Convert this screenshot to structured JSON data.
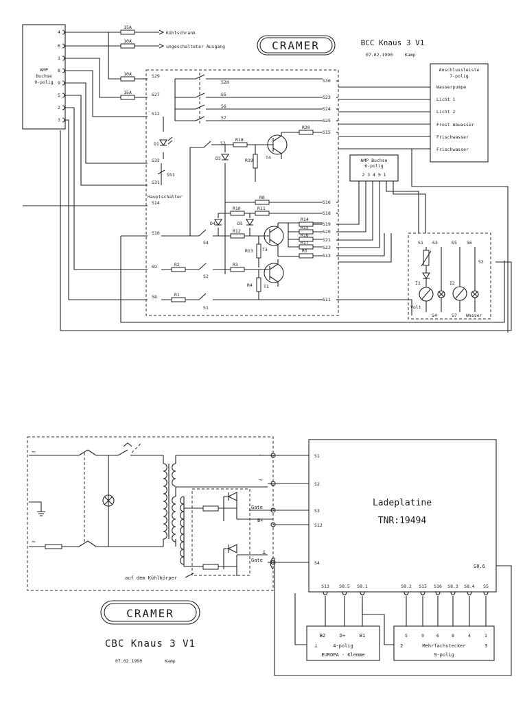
{
  "top": {
    "logo": "CRAMER",
    "title": "BCC Knaus 3 V1",
    "date": "07.02.1990",
    "author": "Kamp",
    "amp9": {
      "label": [
        "AMP",
        "Buchse",
        "9-polig"
      ],
      "pins": [
        "4",
        "6",
        "1",
        "8",
        "9",
        "5",
        "2",
        "3"
      ]
    },
    "fuses": [
      "15A",
      "10A",
      "10A",
      "15A"
    ],
    "outputs": [
      "Kühlschrank",
      "ungeschalteter Ausgang"
    ],
    "left_pins": [
      "S29",
      "S27",
      "S12",
      "S32",
      "S31",
      "S14",
      "S10",
      "S9",
      "S8"
    ],
    "right_pins": [
      "S30",
      "S23",
      "S24",
      "S25",
      "S15",
      "S16",
      "S18",
      "S19",
      "S20",
      "S21",
      "S22",
      "S13",
      "S11"
    ],
    "switch_pins": [
      "S28",
      "S5",
      "S6",
      "S7"
    ],
    "hauptschalter": "Hauptschalter",
    "ss1": "SS1",
    "anschluss": {
      "title": [
        "Anschlussleiste",
        "7-polig"
      ],
      "items": [
        "Wasserpumpe",
        "Licht 1",
        "Licht 2",
        "Frost Abwasser",
        "Frischwasser",
        "Frischwasser"
      ]
    },
    "amp6": {
      "title": [
        "AMP Buchse",
        "6-polig"
      ],
      "pins": "2 3 4 5 1"
    },
    "components": {
      "diodes": [
        "D1",
        "D3",
        "D4",
        "D5"
      ],
      "resistors": [
        "R18",
        "R19",
        "R20",
        "R6",
        "R10",
        "R11",
        "R12",
        "R13",
        "R14",
        "R15",
        "R16",
        "R17",
        "R5",
        "R2",
        "R3",
        "R4",
        "R1"
      ],
      "transistors": [
        "T4",
        "T3",
        "T1"
      ],
      "switches": [
        "S3",
        "S4",
        "S2",
        "S1"
      ]
    },
    "panel": {
      "pins": [
        "S1",
        "S3",
        "S5",
        "S6",
        "S2",
        "S4",
        "S7"
      ],
      "lamps": [
        "I1",
        "I2"
      ],
      "labels": [
        "Volt",
        "Wasser"
      ]
    }
  },
  "bottom": {
    "logo": "CRAMER",
    "title": "CBC Knaus 3 V1",
    "date": "07.02.1990",
    "author": "Kamp",
    "heatsink_label": "auf dem Kühlkörper",
    "gate_labels": [
      "Gate",
      "B+",
      "Gate"
    ],
    "platine": {
      "title": "Ladeplatine",
      "tnr": "TNR:19494",
      "left_pins": [
        "S1",
        "S2",
        "S3",
        "S12",
        "S4"
      ],
      "right_pin": "S8.6",
      "bottom_pins": [
        "S13",
        "S8.5",
        "S8.1",
        "S8.2",
        "S15",
        "S16",
        "S8.3",
        "S8.4",
        "S5"
      ]
    },
    "europa": {
      "pins": [
        "B2",
        "D+",
        "B1"
      ],
      "ground": "⊥",
      "line1": "4-polig",
      "line2": "EUROPA - Klemme"
    },
    "mehrfach": {
      "pins": [
        "5",
        "9",
        "6",
        "8",
        "4",
        "1"
      ],
      "side_left": "2",
      "side_right": "3",
      "line1": "Mehrfachstecker",
      "line2": "9-polig"
    }
  }
}
